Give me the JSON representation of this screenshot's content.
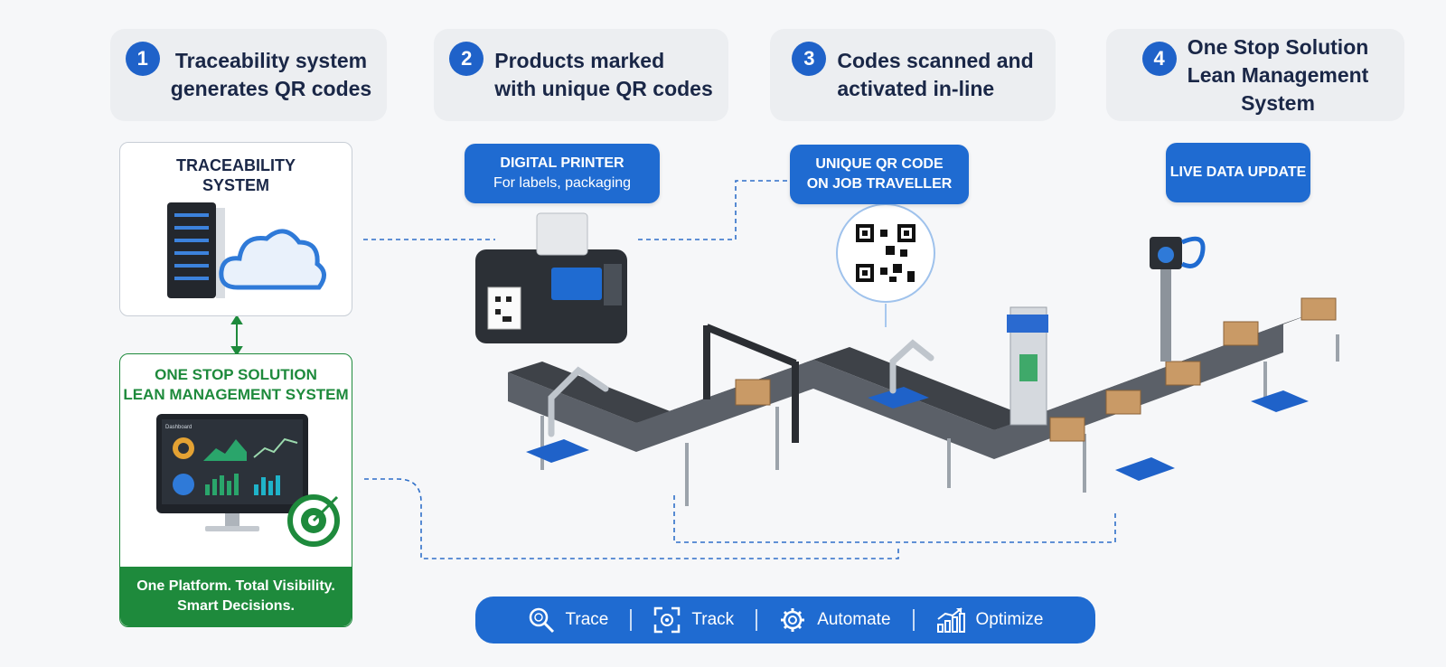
{
  "steps": [
    {
      "num": "1",
      "text": "Traceability system\ngenerates QR codes"
    },
    {
      "num": "2",
      "text": "Products marked\nwith unique QR codes"
    },
    {
      "num": "3",
      "text": "Codes scanned and\nactivated in-line"
    },
    {
      "num": "4",
      "text": "One Stop Solution\nLean Management\nSystem"
    }
  ],
  "traceability_card": {
    "title": "TRACEABILITY\nSYSTEM"
  },
  "lean_card": {
    "title": "ONE STOP SOLUTION\nLEAN MANAGEMENT SYSTEM",
    "dashboard_heading": "Dashboard",
    "tagline": "One Platform. Total Visibility.\nSmart Decisions."
  },
  "callouts": {
    "printer": {
      "title": "DIGITAL PRINTER",
      "subtitle": "For labels, packaging"
    },
    "qr": {
      "title": "UNIQUE QR CODE\nON JOB TRAVELLER"
    },
    "live": {
      "title": "LIVE DATA UPDATE"
    }
  },
  "toolbar": [
    {
      "label": "Trace",
      "icon": "magnifier-icon"
    },
    {
      "label": "Track",
      "icon": "scan-frame-icon"
    },
    {
      "label": "Automate",
      "icon": "gear-icon"
    },
    {
      "label": "Optimize",
      "icon": "growth-chart-icon"
    }
  ],
  "colors": {
    "primary_blue": "#1f6bd1",
    "step_badge_blue": "#1f62c9",
    "lean_green": "#1e8a3c",
    "heading_navy": "#1a2747",
    "connector_blue": "#2f6fc9"
  }
}
